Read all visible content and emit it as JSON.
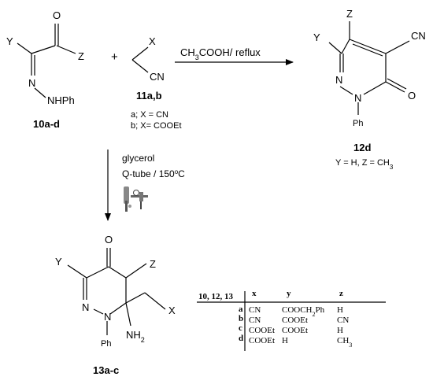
{
  "compound_10": {
    "atom_y": "Y",
    "atom_z": "Z",
    "atom_o": "O",
    "atom_n": "N",
    "group_nhph": "NHPh",
    "label": "10a-d"
  },
  "plus_sign": "+",
  "compound_11": {
    "atom_x": "X",
    "group_cn": "CN",
    "label": "11a,b",
    "variant_a": "a; X = CN",
    "variant_b": "b; X= COOEt"
  },
  "reaction_top": {
    "conditions": "CH3COOH/ reflux"
  },
  "compound_12": {
    "atom_z": "Z",
    "atom_y": "Y",
    "group_cn": "CN",
    "atom_n1": "N",
    "atom_n2": "N",
    "atom_o": "O",
    "group_ph": "Ph",
    "label": "12d",
    "substituents": "Y = H, Z = CH3"
  },
  "reaction_down": {
    "solvent": "glycerol",
    "conditions": "Q-tube / 150°C"
  },
  "compound_13": {
    "atom_o": "O",
    "atom_y": "Y",
    "atom_z": "Z",
    "atom_n1": "N",
    "atom_n2": "N",
    "group_nh2": "NH2",
    "atom_x": "X",
    "group_ph": "Ph",
    "label": "13a-c"
  },
  "table": {
    "header": [
      "10, 12, 13",
      "x",
      "y",
      "z"
    ],
    "rows": [
      {
        "id": "a",
        "x": "CN",
        "y": "COOCH2Ph",
        "z": "H"
      },
      {
        "id": "b",
        "x": "CN",
        "y": "COOEt",
        "z": "CN"
      },
      {
        "id": "c",
        "x": "COOEt",
        "y": "COOEt",
        "z": "H"
      },
      {
        "id": "d",
        "x": "COOEt",
        "y": "H",
        "z": "CH3"
      }
    ]
  }
}
